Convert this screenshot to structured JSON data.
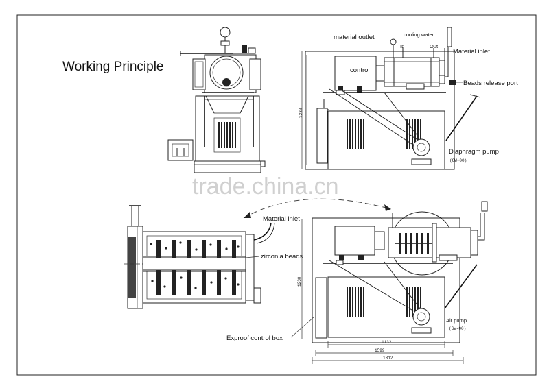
{
  "title": "Working Principle",
  "watermark": "trade.china.cn",
  "labels": {
    "material_outlet": "material outlet",
    "cooling_water": "cooling water",
    "in": "In",
    "out": "Out",
    "material_inlet_top": "Material inlet",
    "control": "control",
    "beads_release_port": "Beads release port",
    "diaphragm_pump": "Diaphragm pump",
    "diaphragm_pump_model": "(GW-00)",
    "material_inlet_mid": "Material inlet",
    "zirconia_beads": "zirconia beads",
    "exproof_control_box": "Exproof control box",
    "air_pump": "Air pump",
    "air_pump_model": "(GW-00)"
  },
  "dimensions": {
    "height_top": "1230",
    "height_bottom": "1230",
    "width_1": "1132",
    "width_2": "1599",
    "width_3": "1812"
  }
}
